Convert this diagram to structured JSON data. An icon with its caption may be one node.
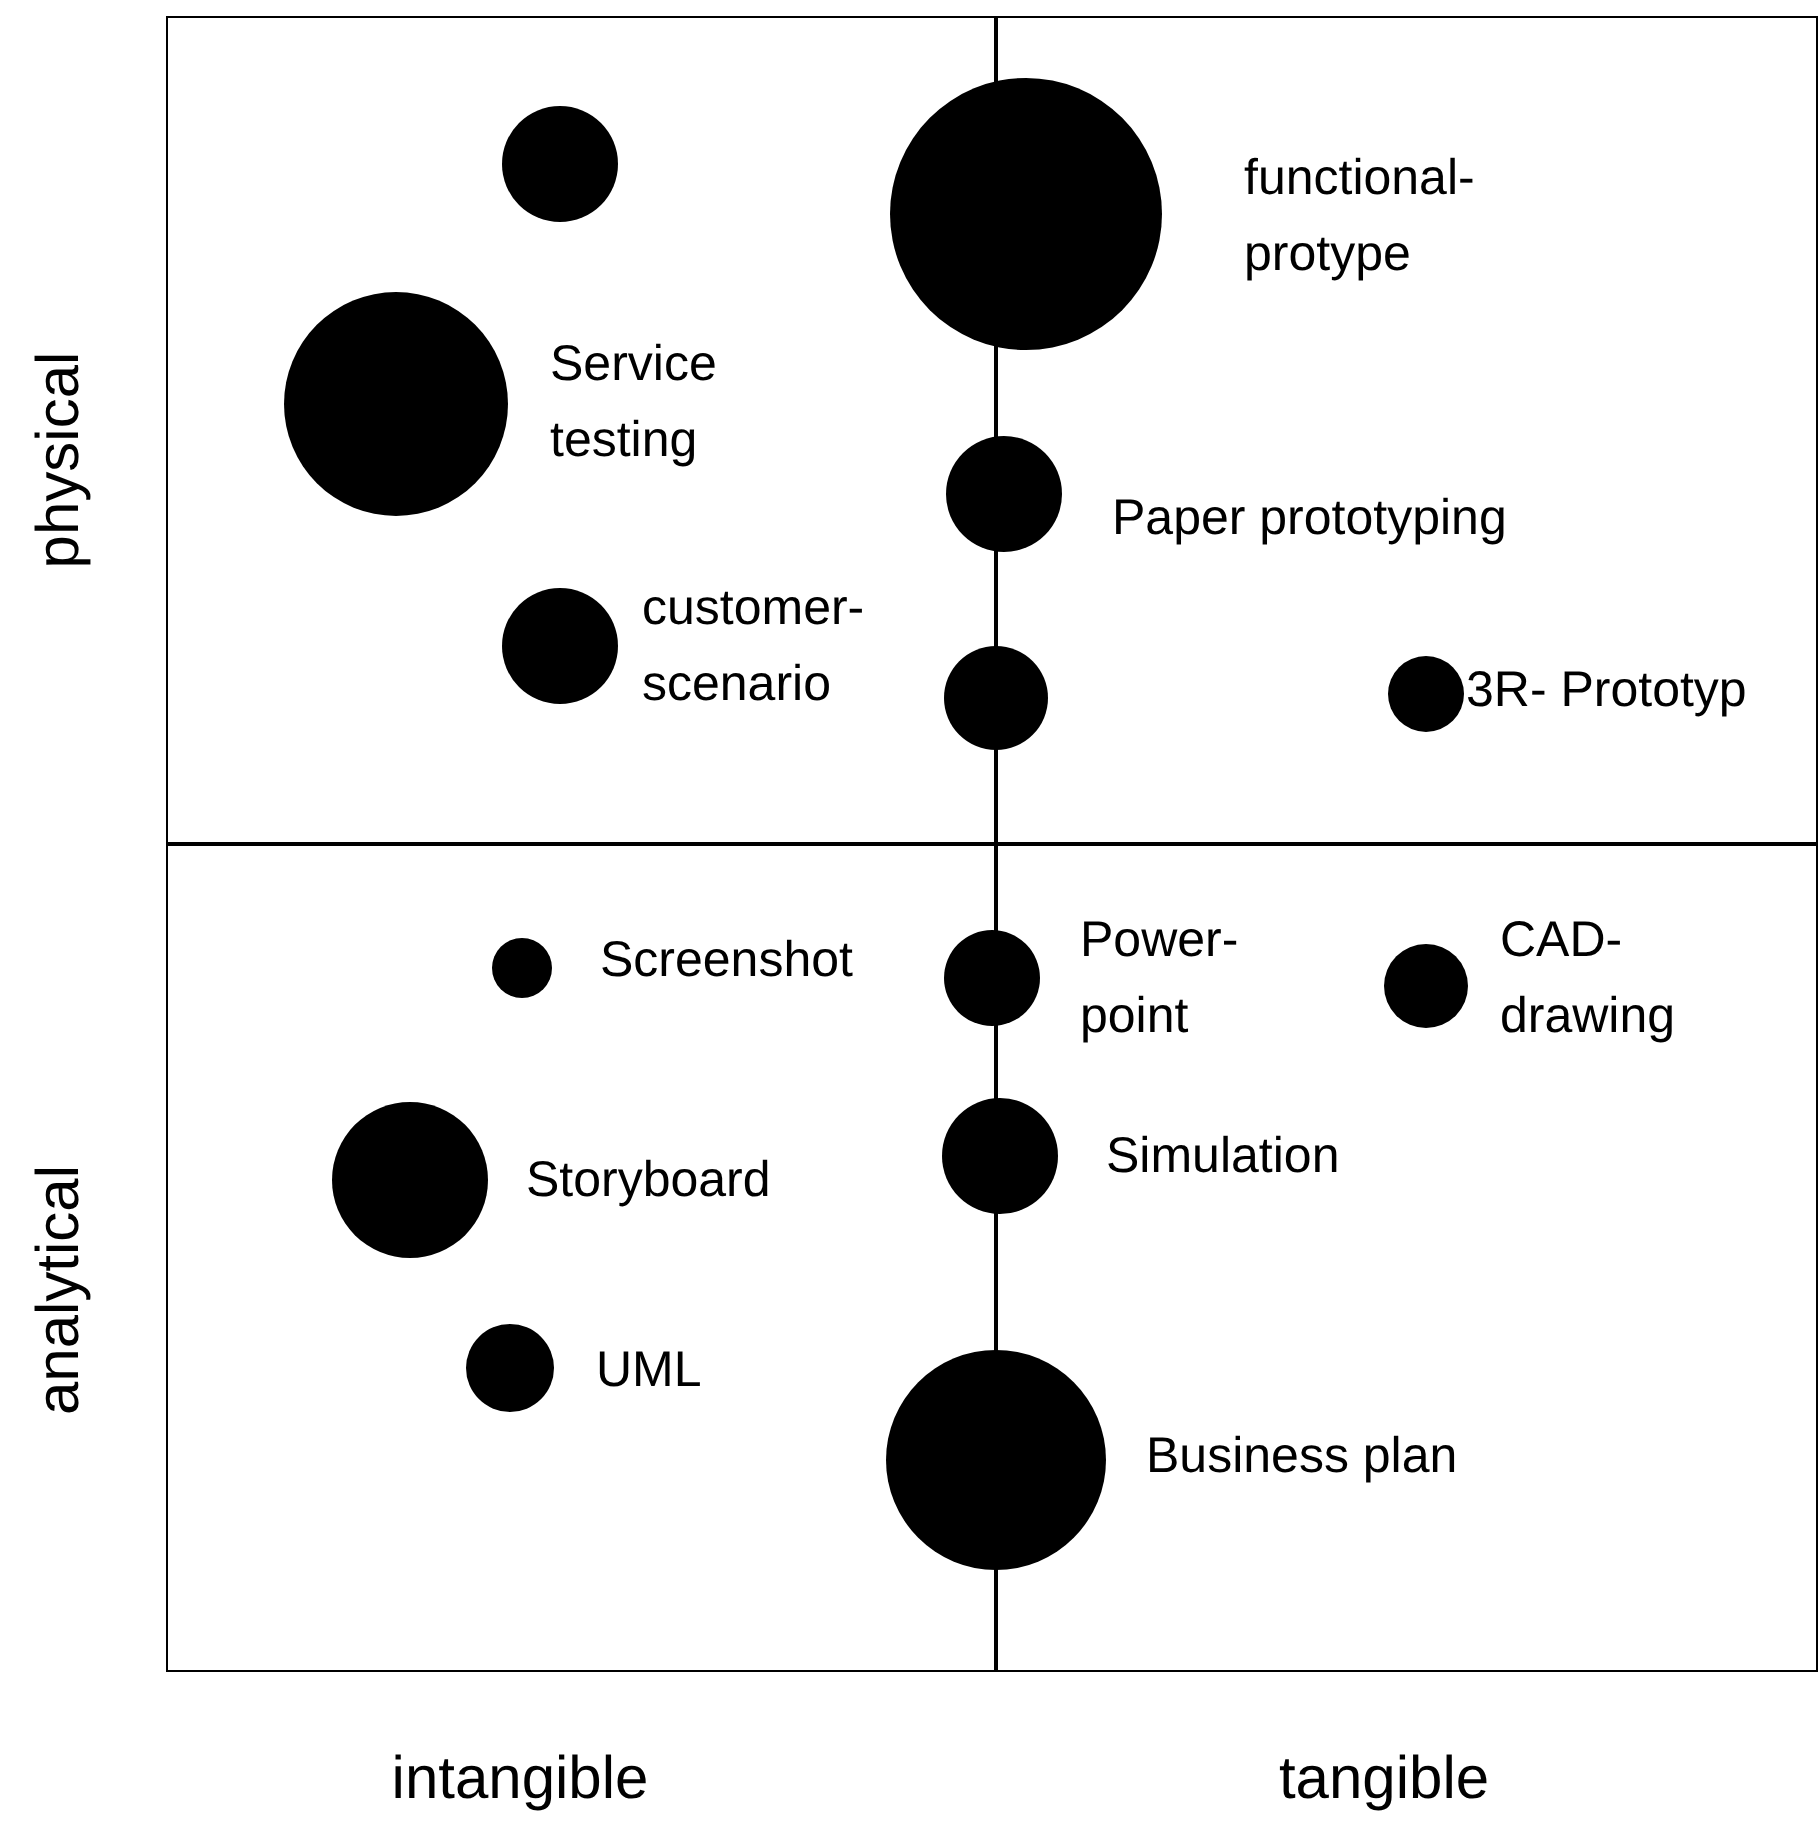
{
  "diagram": {
    "nodes": [
      {
        "text": [],
        "shape": "circle"
      },
      {
        "text": [],
        "shape": "circle",
        "beside": [
          "functional- protype"
        ]
      },
      {
        "text": [],
        "shape": "circle",
        "beside": [
          "Service testing"
        ]
      },
      {
        "text": [],
        "shape": "circle",
        "beside": [
          "Paper prototyping"
        ]
      },
      {
        "text": [],
        "shape": "circle",
        "beside": [
          "customer- scenario"
        ]
      },
      {
        "text": [],
        "shape": "circle"
      },
      {
        "text": [],
        "shape": "circle",
        "beside": [
          "3R- Prototyp"
        ]
      },
      {
        "text": [],
        "shape": "circle",
        "beside": [
          "Screenshot"
        ]
      },
      {
        "text": [],
        "shape": "circle",
        "beside": [
          "Power- point"
        ]
      },
      {
        "text": [],
        "shape": "circle",
        "beside": [
          "CAD- drawing"
        ]
      },
      {
        "text": [],
        "shape": "circle",
        "beside": [
          "Simulation"
        ]
      },
      {
        "text": [],
        "shape": "circle",
        "beside": [
          "Storyboard"
        ]
      },
      {
        "text": [],
        "shape": "circle",
        "beside": [
          "UML"
        ]
      },
      {
        "text": [],
        "shape": "circle",
        "beside": [
          "Business plan"
        ]
      }
    ],
    "labels": [
      "physical",
      "analytical",
      "intangible",
      "tangible"
    ]
  }
}
